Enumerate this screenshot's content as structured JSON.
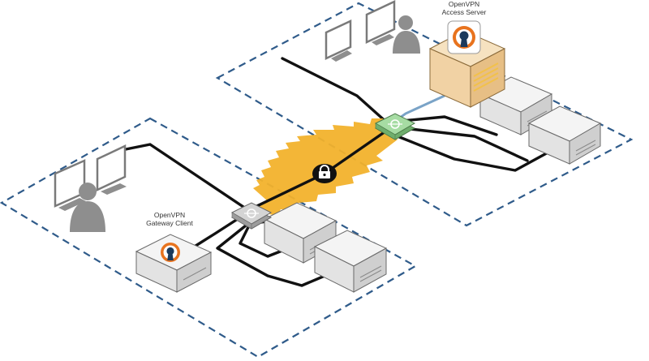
{
  "labels": {
    "access_server_line1": "OpenVPN",
    "access_server_line2": "Access Server",
    "gateway_client_line1": "OpenVPN",
    "gateway_client_line2": "Gateway Client"
  },
  "icons": {
    "vpn_logo": "openvpn-keyhole-logo",
    "tunnel_lock": "padlock-icon",
    "router": "router-icon"
  },
  "colors": {
    "zone_border": "#2f5b8a",
    "tunnel": "#f2b22c",
    "logo_orange": "#e8731e",
    "logo_navy": "#1b3a5c",
    "router_green": "#8cc98a",
    "router_gray": "#bdbdbd",
    "access_server_box": "#f1d2a4"
  }
}
